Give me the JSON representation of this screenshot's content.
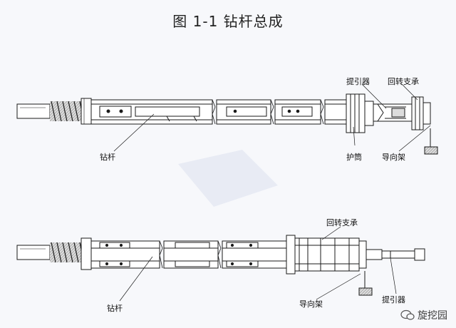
{
  "figure": {
    "title": "图 1-1   钻杆总成"
  },
  "top_assembly": {
    "labels": {
      "puller": "提引器",
      "swivel_bearing": "回转支承",
      "drill_rod": "钻杆",
      "guard_tube": "护筒",
      "guide_frame": "导向架"
    }
  },
  "bottom_assembly": {
    "labels": {
      "swivel_bearing": "回转支承",
      "drill_rod": "钻杆",
      "guide_frame": "导向架",
      "puller": "提引器"
    }
  },
  "watermark": {
    "text": "旋挖园"
  },
  "colors": {
    "outline": "#1a1a1a",
    "rod_fill": "#ffffff",
    "spring_fill": "#c9c9c9",
    "accent_blue": "#6b8fc6"
  }
}
